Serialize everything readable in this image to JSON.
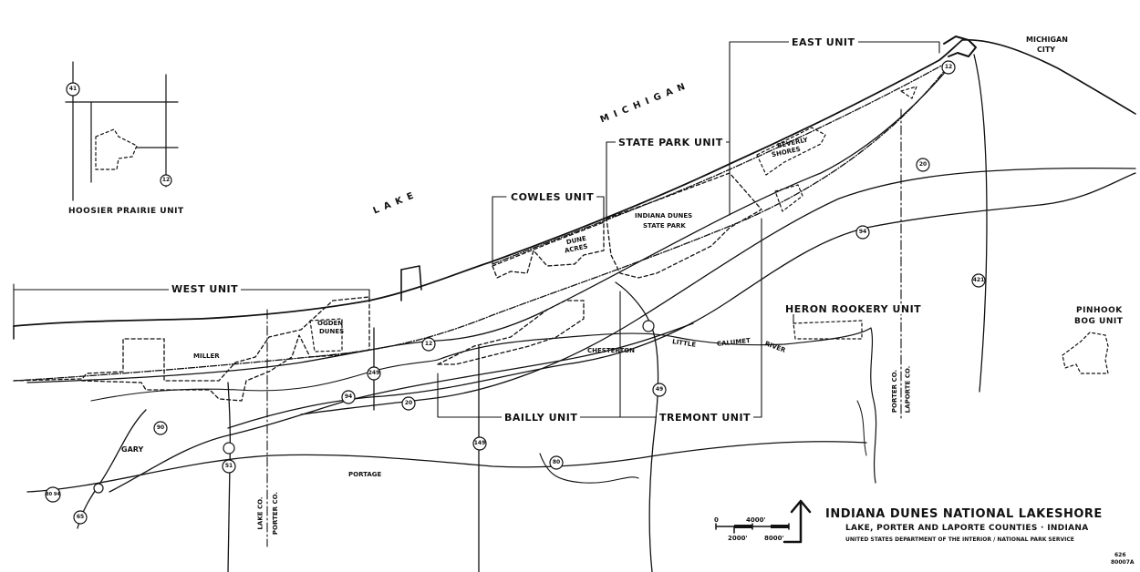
{
  "units": {
    "west": "WEST UNIT",
    "east": "EAST UNIT",
    "state_park": "STATE PARK UNIT",
    "cowles": "COWLES UNIT",
    "bailly": "BAILLY UNIT",
    "tremont": "TREMONT UNIT",
    "heron": "HERON ROOKERY UNIT",
    "pinhook_1": "PINHOOK",
    "pinhook_2": "BOG UNIT",
    "hoosier": "HOOSIER PRAIRIE UNIT"
  },
  "water": {
    "lake": "LAKE",
    "michigan": "MICHIGAN"
  },
  "places": {
    "michigan_city_1": "MICHIGAN",
    "michigan_city_2": "CITY",
    "beverly_1": "BEVERLY",
    "beverly_2": "SHORES",
    "dunes_sp_1": "INDIANA DUNES",
    "dunes_sp_2": "STATE PARK",
    "dune_acres_1": "DUNE",
    "dune_acres_2": "ACRES",
    "ogden_1": "OGDEN",
    "ogden_2": "DUNES",
    "miller": "MILLER",
    "chesterton": "CHESTERTON",
    "gary": "GARY",
    "portage": "PORTAGE",
    "little": "LITTLE",
    "calumet": "CALUMET",
    "river": "RIVER",
    "lake_co": "LAKE CO.",
    "porter_co": "PORTER CO.",
    "porter_co_e": "PORTER CO.",
    "laporte_co": "LAPORTE CO."
  },
  "routes": {
    "r41": "41",
    "r12_hp": "12",
    "r12_e": "12",
    "r12_c": "12",
    "r20_e": "20",
    "r20_c": "20",
    "r94_e": "94",
    "r94_w": "94",
    "r421": "421",
    "r49": "49",
    "r149": "149",
    "r249": "249",
    "r90": "90",
    "r80": "80",
    "r8094": "80 94",
    "r65": "65",
    "r51": "51"
  },
  "title": {
    "main": "INDIANA DUNES NATIONAL LAKESHORE",
    "sub": "LAKE, PORTER AND LAPORTE COUNTIES · INDIANA",
    "dept": "UNITED STATES DEPARTMENT OF THE INTERIOR / NATIONAL PARK SERVICE"
  },
  "scale": {
    "s0": "0",
    "s4000": "4000'",
    "s2000": "2000'",
    "s8000": "8000'"
  },
  "map_id": {
    "line1": "626",
    "line2": "80007A"
  },
  "colors": {
    "ink": "#111111",
    "paper": "#ffffff"
  }
}
